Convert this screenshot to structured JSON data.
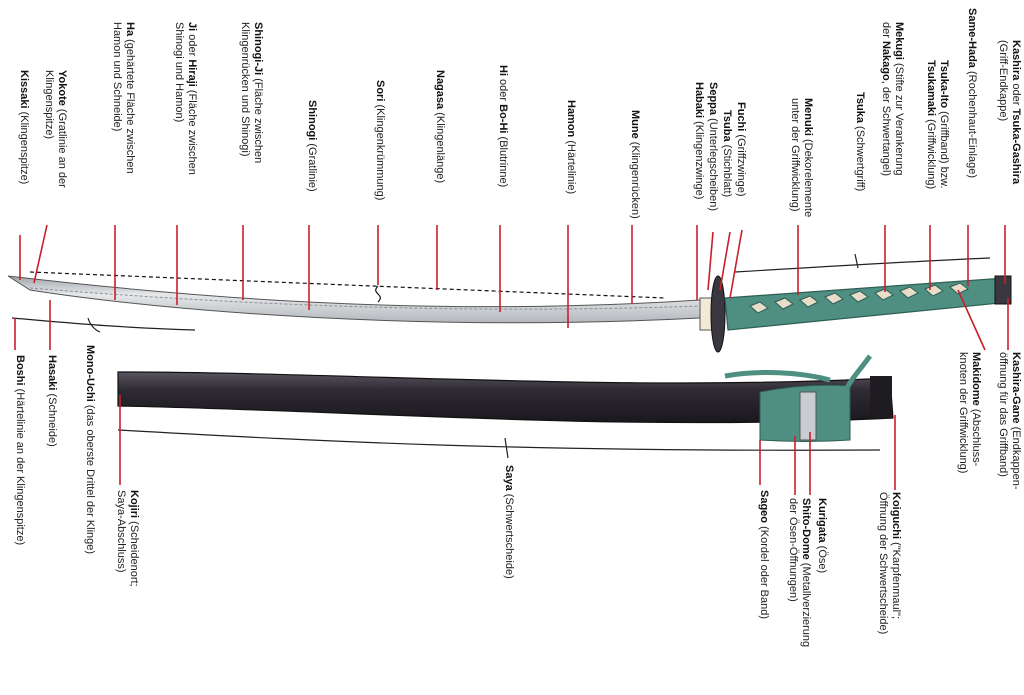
{
  "labels": [
    {
      "id": "kissaki",
      "t": "Kissaki",
      "r": " (Klingenspitze)"
    },
    {
      "id": "yokote",
      "t": "Yokote",
      "r": " (Gratlinie an der",
      "l2": "Klingenspitze)"
    },
    {
      "id": "ha",
      "t": "Ha",
      "r": " (gehärtete Fläche zwischen",
      "l2": "Hamon und Schneide)"
    },
    {
      "id": "ji",
      "t": "Ji",
      "r": " oder ",
      "t2": "Hiraji",
      "r2": " (Fläche zwischen",
      "l2": "Shinogi und Hamon)"
    },
    {
      "id": "shinogiji",
      "t": "Shinogi-Ji",
      "r": " (Fläche zwischen",
      "l2": "Klingenrücken und Shinogi)"
    },
    {
      "id": "shinogi",
      "t": "Shinogi",
      "r": " (Gratlinie)"
    },
    {
      "id": "sori",
      "t": "Sori",
      "r": " (Klingenkrümmung)"
    },
    {
      "id": "nagasa",
      "t": "Nagasa",
      "r": " (Klingenlänge)"
    },
    {
      "id": "hi",
      "t": "Hi",
      "r": " oder ",
      "t2": "Bo-Hi",
      "r2": " (Blutrinne)"
    },
    {
      "id": "hamon",
      "t": "Hamon",
      "r": " (Härtelinie)"
    },
    {
      "id": "mune",
      "t": "Mune",
      "r": " (Klingenrücken)"
    },
    {
      "id": "habaki",
      "t": "Habaki",
      "r": " (Klingenzwinge)"
    },
    {
      "id": "seppa",
      "t": "Seppa",
      "r": " (Unterlegscheiben)"
    },
    {
      "id": "tsuba",
      "t": "Tsuba",
      "r": " (Stichblatt)"
    },
    {
      "id": "fuchi",
      "t": "Fuchi",
      "r": " (Griffzwinge)"
    },
    {
      "id": "menuki",
      "t": "Menuki",
      "r": " (Dekorelemente",
      "l2": "unter der Griffwicklung)"
    },
    {
      "id": "tsuka",
      "t": "Tsuka",
      "r": " (Schwertgriff)"
    },
    {
      "id": "mekugi",
      "t": "Mekugi",
      "r": " (Stifte zur Verankerung",
      "l2a": "der ",
      "l2b": "Nakago",
      "l2c": ", der Schwertangel)"
    },
    {
      "id": "tsukaito",
      "t": "Tsuka-Ito",
      "r": " (Griffband) bzw.",
      "l2b": "Tsukamaki",
      "l2c": " (Griffwicklung)"
    },
    {
      "id": "samehada",
      "t": "Same-Hada",
      "r": " (Rochenhaut-Einlage)"
    },
    {
      "id": "kashira",
      "t": "Kashira",
      "r": " oder ",
      "t2": "Tsuka-Gashira",
      "l2": "(Griff-Endkappe)"
    },
    {
      "id": "boshi",
      "t": "Boshi",
      "r": " (Härtelinie an der Klingenspitze)"
    },
    {
      "id": "hasaki",
      "t": "Hasaki",
      "r": " (Schneide)"
    },
    {
      "id": "monouchi",
      "t": "Mono-Uchi",
      "r": " (das oberste Drittel der Klinge)"
    },
    {
      "id": "kojiri",
      "t": "Kojiri",
      "r": " (Scheidenort;",
      "l2": "Saya-Abschluss)"
    },
    {
      "id": "saya",
      "t": "Saya",
      "r": " (Schwertscheide)"
    },
    {
      "id": "sageo",
      "t": "Sageo",
      "r": " (Kordel oder Band)"
    },
    {
      "id": "shitodome",
      "t": "Shito-Dome",
      "r": " (Metallverzierung",
      "l2": "der Ösen-Öffnungen)"
    },
    {
      "id": "kurigata",
      "t": "Kurigata",
      "r": " (Öse)"
    },
    {
      "id": "koiguchi",
      "t": "Koiguchi",
      "r": " (\"Karpfenmaul\";",
      "l2": "Öffnung der Schwertscheide)"
    },
    {
      "id": "makidome",
      "t": "Makidome",
      "r": " (Abschluss-",
      "l2": "knoten der Griffwicklung)"
    },
    {
      "id": "kashiragane",
      "t": "Kashira-Gane",
      "r": " (Endkappen-",
      "l2": "öffnung für das Griffband)"
    }
  ],
  "colors": {
    "leader": "#c8202a",
    "wrap": "#4e8f82",
    "wrapDark": "#2e5e55",
    "saya": "#2b2730",
    "blade": "#c9ccd0",
    "text": "#222222"
  }
}
